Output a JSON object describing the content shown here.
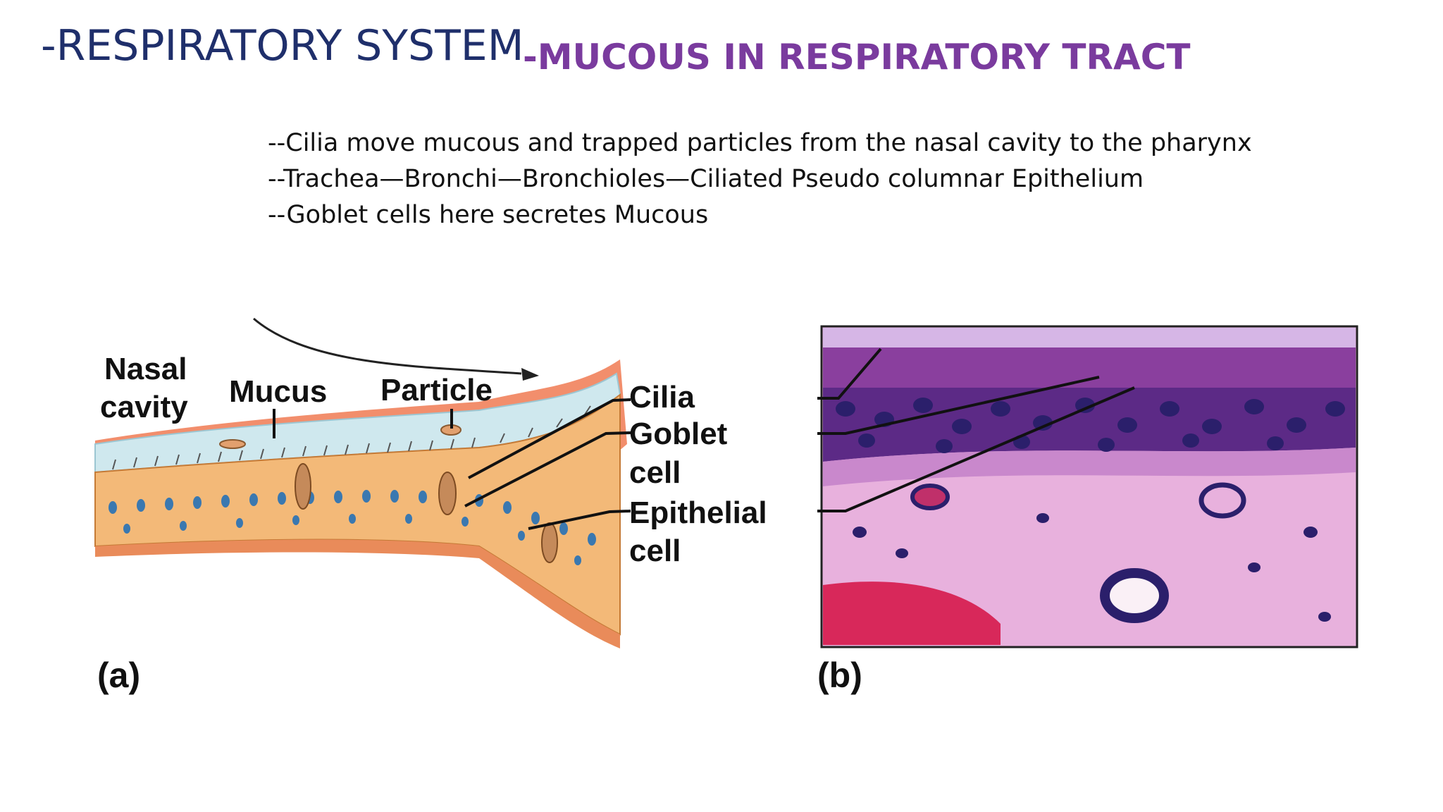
{
  "slide": {
    "title": "-RESPIRATORY SYSTEM",
    "subtitle": "-MUCOUS IN RESPIRATORY TRACT",
    "bullets": [
      "--Cilia move mucous and trapped particles from the nasal cavity to the pharynx",
      "--Trachea—Bronchi—Bronchioles—Ciliated Pseudo columnar Epithelium",
      "--Goblet cells here secretes Mucous"
    ]
  },
  "figure_a": {
    "label_nasal_line1": "Nasal",
    "label_nasal_line2": "cavity",
    "label_mucus": "Mucus",
    "label_particle": "Particle",
    "label_cilia": "Cilia",
    "label_goblet_line1": "Goblet",
    "label_goblet_line2": "cell",
    "label_epithelial_line1": "Epithelial",
    "label_epithelial_line2": "cell",
    "panel_label": "(a)",
    "colors": {
      "mucus": "#cfe8ee",
      "cell": "#f3b978",
      "nucleus": "#3a78b0",
      "connective": "#f07a52"
    }
  },
  "figure_b": {
    "panel_label": "(b)",
    "colors": {
      "tissue": "#e6a8d8",
      "nuclei": "#2b1f6b",
      "blood": "#d8285a"
    }
  }
}
